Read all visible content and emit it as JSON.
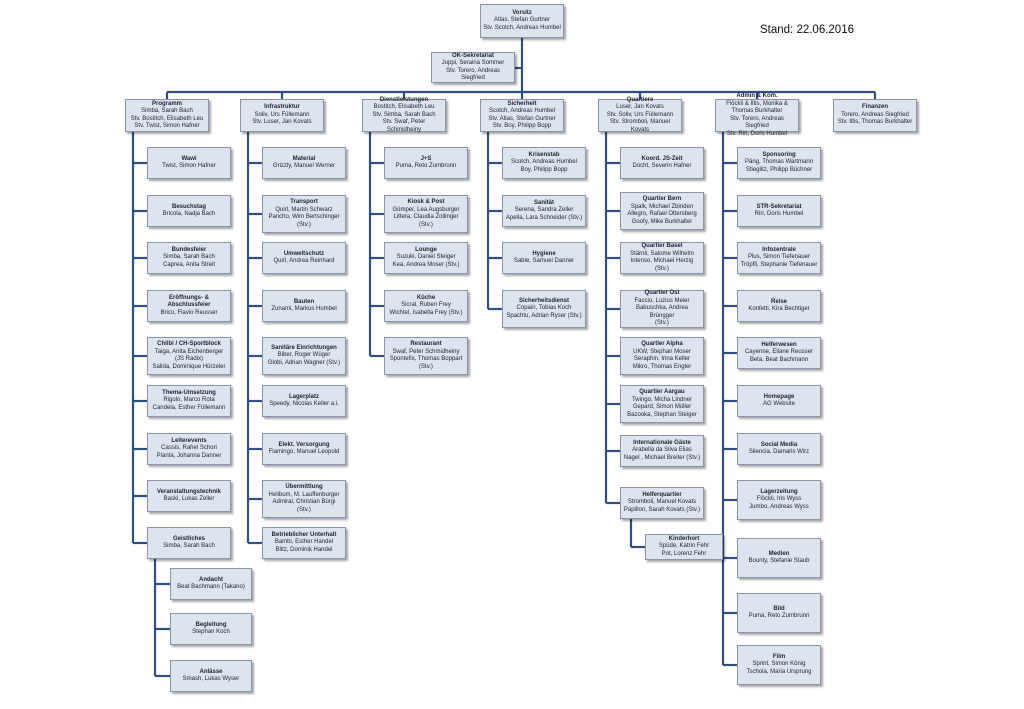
{
  "stand": "Stand: 22.06.2016",
  "colors": {
    "box_fill": "#dde4ee",
    "box_border": "#8796ab",
    "connector": "#2f4f86"
  },
  "top": [
    {
      "title": "Vorsitz",
      "members": "Atlas, Stefan Gurtner\nStv. Scotch, Andreas Humbel"
    },
    {
      "title": "OK-Sekretariat",
      "members": "Juppi, Seraina Sommer\nStv. Torero, Andreas Siegfried"
    }
  ],
  "departments": [
    {
      "title": "Programm",
      "members": "Simba, Sarah Bach\nStv. Bostitch, Elisabeth Leu\nStv. Twist, Simon Hafner",
      "units": [
        {
          "title": "Wawi",
          "members": "Twist, Simon Hafner"
        },
        {
          "title": "Besuchstag",
          "members": "Bricola, Nadja Bach"
        },
        {
          "title": "Bundesfeier",
          "members": "Simba, Sarah Bach\nCaprea, Anita Streit"
        },
        {
          "title": "Eröffnungs- & Abschlussfeier",
          "members": "Brico, Flavio Reusser"
        },
        {
          "title": "Chilbi / CH-Sportblock",
          "members": "Taiga, Anita Eichenberger\n(JS Radix)\nSalida, Dominique Hürzeler"
        },
        {
          "title": "Thema-Umsetzung",
          "members": "Rigolo, Marco Rota\nCandela, Esther Füllemann"
        },
        {
          "title": "Leiterevents",
          "members": "Cassis, Rahel Schori\nPianta, Johanna Danner"
        },
        {
          "title": "Veranstaltungstechnik",
          "members": "Baski, Lukas Zeller"
        },
        {
          "title": "Geistliches",
          "members": "Simba,  Sarah Bach"
        }
      ],
      "subunits": [
        {
          "title": "Andacht",
          "members": "Beat Bachmann (Takano)"
        },
        {
          "title": "Begleitung",
          "members": "Stephan Koch"
        },
        {
          "title": "Anlässe",
          "members": "Smash, Lukas Wyser"
        }
      ]
    },
    {
      "title": "Infrastruktur",
      "members": "Soliv, Urs Füllemann\nStv. Luser, Jan Kovats",
      "units": [
        {
          "title": "Material",
          "members": "Grizzly, Manuel Werner"
        },
        {
          "title": "Transport",
          "members": "Quirl, Martin Schwarz\nPancho, Wim Bertschinger\n(Stv.)"
        },
        {
          "title": "Umweltschutz",
          "members": "Quirl,  Andrea Reinhard"
        },
        {
          "title": "Bauten",
          "members": "Zunami, Markus Humbel"
        },
        {
          "title": "Sanitäre Einrichtungen",
          "members": "Biber, Roger Wüger\nGlobi, Adrian Wagner  (Stv.)"
        },
        {
          "title": "Lagerplatz",
          "members": "Speedy, Nicolas Keller a.i."
        },
        {
          "title": "Elekt. Versorgung",
          "members": "Flamingo, Manuel Leopold"
        },
        {
          "title": "Übermittlung",
          "members": "Helibum, M. Lauffenburger\nAdmiral, Christian Bürgi (Stv.)"
        },
        {
          "title": "Betrieblicher Unterhalt",
          "members": "Bambi, Esther Handel\nBlitz, Dominik Handel"
        }
      ]
    },
    {
      "title": "Dienstleistungen",
      "members": "Bostitch, Elisabeth Leu\nStv. Simba, Sarah Bach\nStv. Swaf, Peter Schmidheiny",
      "units": [
        {
          "title": "J+S",
          "members": "Puma, Reto Zumbrunn"
        },
        {
          "title": "Kiosk & Post",
          "members": "Gümper, Lea Augsburger\nLittera, Claudia Zollinger (Stv.)"
        },
        {
          "title": "Lounge",
          "members": "Suzuki, Daniel Steiger\nKea, Andrea Moser (Stv.)"
        },
        {
          "title": "Küche",
          "members": "Sicral, Ruben Frey\nWichtel, Isabella Frey (Stv.)"
        },
        {
          "title": "Restaurant",
          "members": "Swaf, Peter Schmidheiny\nSpontefix, Thomas Boppart\n(Stv.)"
        }
      ]
    },
    {
      "title": "Sicherheit",
      "members": "Scotch, Andreas Humbel\nStv. Atlas, Stefan Gurtner\nStv. Boy, Philipp Bopp",
      "units": [
        {
          "title": "Krisenstab",
          "members": "Scotch, Andreas Humbel\nBoy, Philipp Bopp"
        },
        {
          "title": "Sanität",
          "members": "Serena, Sandra Zeller\nApella, Lara Schneider (Stv.)"
        },
        {
          "title": "Hygiene",
          "members": "Sable, Samuel Danner"
        },
        {
          "title": "Sicherheitsdienst",
          "members": "Copain, Tobias Koch\nSpachtu, Adrian Ryser (Stv.)"
        }
      ]
    },
    {
      "title": "Quartiere",
      "members": "Luser, Jan Kovats\nStv. Soliv, Urs Füllemann\nStv. Stromboli, Manuel Kovats",
      "units": [
        {
          "title": "Koord. JS-Zeit",
          "members": "Docht, Severin Hafner"
        },
        {
          "title": "Quartier Bern",
          "members": "Spalk, Michael Zbinden\nAllegro, Rafael Ottersberg\nGoofy, Mike Burkhalter"
        },
        {
          "title": "Quartier Basel",
          "members": "Stärnli, Salome Wilhelm\nIntenso, Michael Herzig (Stv.)"
        },
        {
          "title": "Quartier Ost",
          "members": "Faccio, Luzius Meier\nBabuschka, Andrea Brüngger\n(Stv.)"
        },
        {
          "title": "Quartier Alpha",
          "members": "UKW, Stephan Moser\nSeraphin, Irina Keller\nMikro, Thomas Engler"
        },
        {
          "title": "Quartier Aargau",
          "members": "Twingo, Micha Lindner\nGepard, Simon Müller\nBazooka, Stephan Steiger"
        },
        {
          "title": "Internationale Gäste",
          "members": "Arabella da Silva Elias\nNagel , Michael Breiter (Stv.)"
        },
        {
          "title": "Helferquartier",
          "members": "Stromboli, Manuel Kovats\nPapillon, Sarah Kovats (Stv.)"
        }
      ],
      "subunits": [
        {
          "title": "Kinderhort",
          "members": "Spüde, Katrin Fehr\nPot, Lorenz Fehr"
        }
      ]
    },
    {
      "title": "Admin & Kom.",
      "members": "Flöckli & Iltis, Monika &\nThomas Burkhalter\nStv. Torero, Andreas Siegfried\nStv. Riri, Doris Humbel",
      "units": [
        {
          "title": "Sponsoring",
          "members": "Päng, Thomas Wartmann\nStieglitz, Philipp Büchner"
        },
        {
          "title": "STR-Sekretariat",
          "members": "Riri, Doris Humbel"
        },
        {
          "title": "Infozentrale",
          "members": "Plus, Simon Tiefenauer\nTröpfli, Stephanie Tiefenauer"
        },
        {
          "title": "Reise",
          "members": "Konfetti, Kira Bechtiger"
        },
        {
          "title": "Helferwesen",
          "members": "Cayenne, Eliane Reusser\nBeta, Beat Bachmann"
        },
        {
          "title": "Homepage",
          "members": "AG Website"
        },
        {
          "title": "Social Media",
          "members": "Silencia, Damaris Wirz"
        },
        {
          "title": "Lagerzeitung",
          "members": "Flöckli, Iris Wyss\nJumbo, Andreas Wyss"
        },
        {
          "title": "Medien",
          "members": "Bounty, Stefanie Staub"
        },
        {
          "title": "Bild",
          "members": "Puma, Reto Zumbrunn"
        },
        {
          "title": "Film",
          "members": "Sprint, Simon König\nTschoia, Maria Ursprung"
        }
      ]
    },
    {
      "title": "Finanzen",
      "members": "Torero, Andreas Siegfried\nStv. Iltis, Thomas Burkhalter",
      "units": []
    }
  ]
}
